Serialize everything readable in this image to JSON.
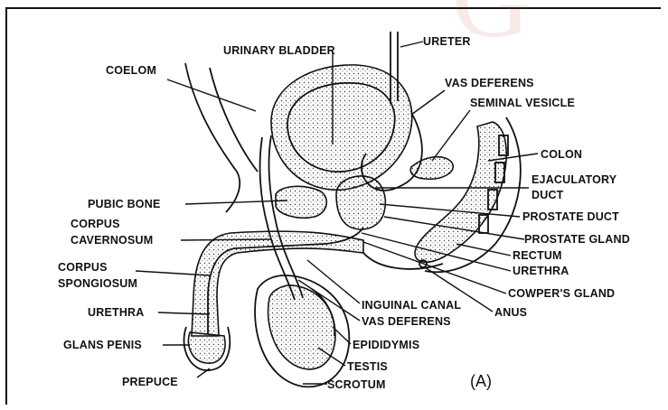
{
  "figure": {
    "panel_label": "(A)",
    "labels": {
      "ureter": "URETER",
      "urinary_bladder": "URINARY BLADDER",
      "coelom": "COELOM",
      "vas_deferens_top": "VAS DEFERENS",
      "seminal_vesicle": "SEMINAL VESICLE",
      "colon": "COLON",
      "ejaculatory_duct_1": "EJACULATORY",
      "ejaculatory_duct_2": "DUCT",
      "pubic_bone": "PUBIC BONE",
      "prostate_duct": "PROSTATE DUCT",
      "corpus_cavernosum_1": "CORPUS",
      "corpus_cavernosum_2": "CAVERNOSUM",
      "prostate_gland": "PROSTATE GLAND",
      "rectum": "RECTUM",
      "urethra_right": "URETHRA",
      "corpus_spongiosum_1": "CORPUS",
      "corpus_spongiosum_2": "SPONGIOSUM",
      "cowpers_gland": "COWPER'S GLAND",
      "inguinal_canal": "INGUINAL CANAL",
      "anus": "ANUS",
      "urethra_left": "URETHRA",
      "vas_deferens_bottom": "VAS DEFERENS",
      "glans_penis": "GLANS PENIS",
      "epididymis": "EPIDIDYMIS",
      "testis": "TESTIS",
      "prepuce": "PREPUCE",
      "scrotum": "SCROTUM"
    }
  }
}
